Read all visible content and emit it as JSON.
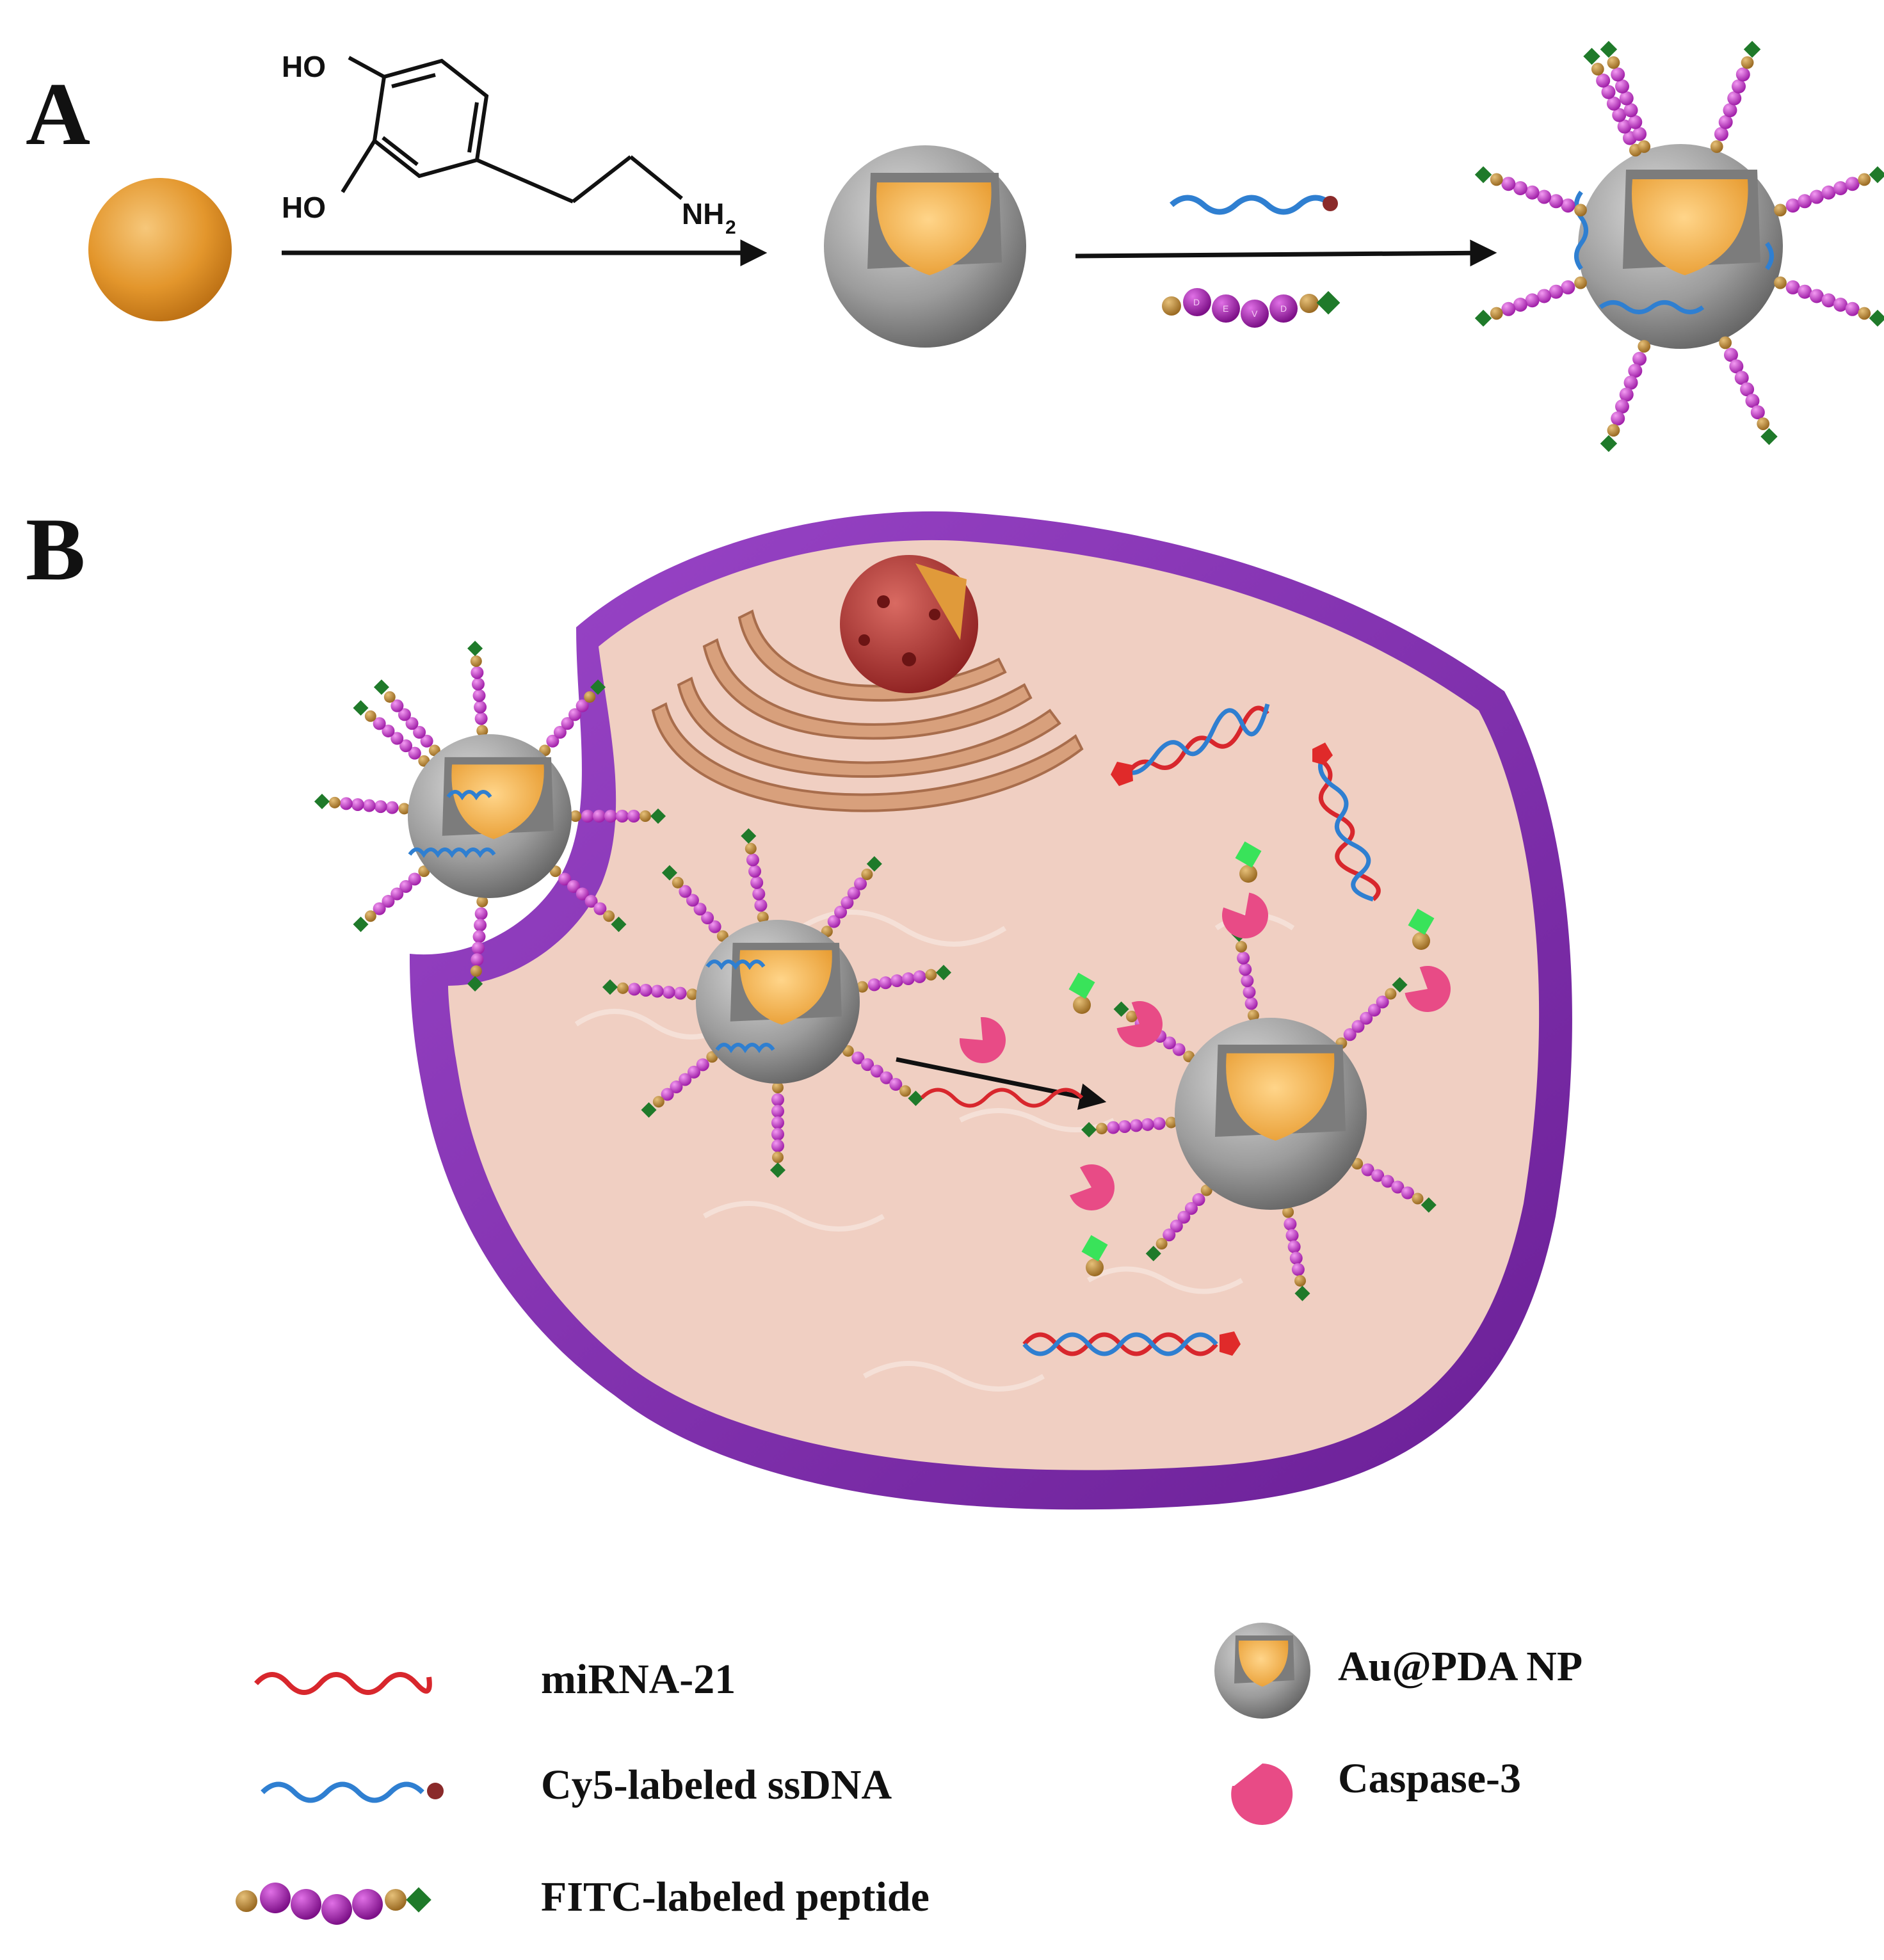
{
  "panels": {
    "a_label": "A",
    "b_label": "B"
  },
  "chemical": {
    "ho_top": "HO",
    "ho_bottom": "HO",
    "amine": "NH",
    "amine_subscript": "2"
  },
  "peptide_letters": [
    "D",
    "E",
    "V",
    "D"
  ],
  "legend": {
    "mirna": "miRNA-21",
    "ssdna": "Cy5-labeled  ssDNA",
    "peptide": "FITC-labeled peptide",
    "np": "Au@PDA NP",
    "caspase": "Caspase-3"
  },
  "colors": {
    "gold": "#e8a23a",
    "pda_gray": "#9a9a9a",
    "cell_membrane": "#8a2fb5",
    "cytoplasm": "#f0cfc2",
    "mirna_red": "#d8272d",
    "ssdna_blue": "#2f7fd1",
    "peptide_magenta": "#c13ccb",
    "fitc_green": "#1f7a2a",
    "caspase_pink": "#e84b86"
  }
}
